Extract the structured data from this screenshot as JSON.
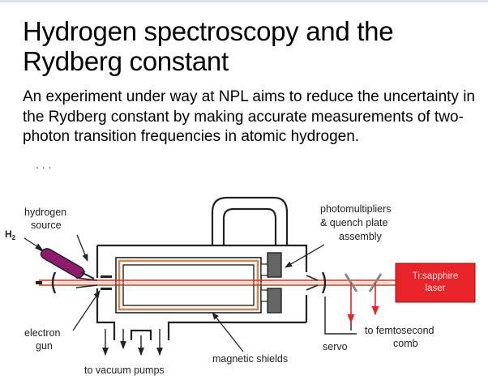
{
  "slide": {
    "title": "Hydrogen spectroscopy and the Rydberg constant",
    "description": "An experiment under way at NPL aims to reduce the uncertainty in the Rydberg constant by making accurate measurements of two-photon transition frequencies in atomic hydrogen.",
    "clipped_fragment": ". . ."
  },
  "diagram": {
    "labels": {
      "hydrogen_source_1": "hydrogen",
      "hydrogen_source_2": "source",
      "h2": "H",
      "h2_sub": "2",
      "photomultipliers_1": "photomultipliers",
      "photomultipliers_2": "& quench plate",
      "photomultipliers_3": "assembly",
      "laser_1": "Ti:sapphire",
      "laser_2": "laser",
      "electron_gun_1": "electron",
      "electron_gun_2": "gun",
      "vacuum_pumps": "to vacuum pumps",
      "magnetic_shields": "magnetic shields",
      "servo": "servo",
      "femtosecond_1": "to femtosecond",
      "femtosecond_2": "comb"
    },
    "colors": {
      "laser_box": "#e8242a",
      "beam": "#c0392b",
      "source_tube": "#8e1b6e",
      "shield": "#c98a5a",
      "ink": "#222222"
    }
  }
}
